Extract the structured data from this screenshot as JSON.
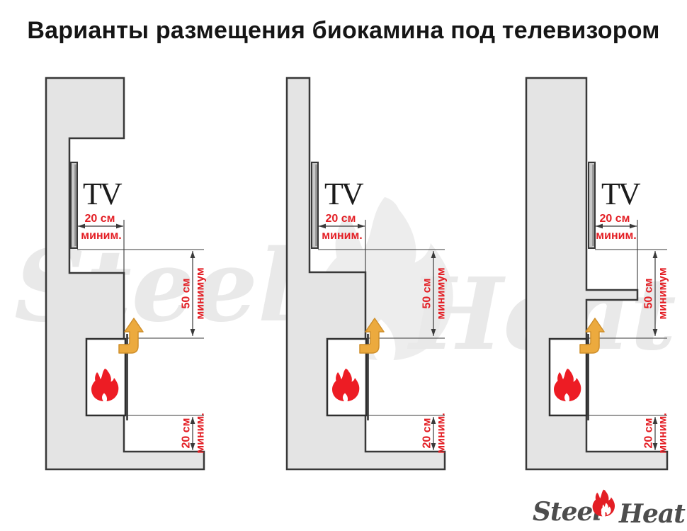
{
  "title": "Варианты размещения биокамина под телевизором",
  "colors": {
    "wall_fill": "#e4e4e4",
    "outline": "#383838",
    "dimension_red": "#e31e24",
    "flame_red": "#ed1c24",
    "arrow_orange": "#ecaa3e",
    "watermark_gray": "#e9e9e9",
    "logo_gray": "#4d4d4d"
  },
  "diagrams": [
    {
      "tv_label": "TV",
      "front_gap": {
        "value": "20 см",
        "note": "миним."
      },
      "vertical_gap": {
        "value": "50 см",
        "note": "минимум"
      },
      "bottom_gap": {
        "value": "20 см",
        "note": "миним."
      }
    },
    {
      "tv_label": "TV",
      "front_gap": {
        "value": "20 см",
        "note": "миним."
      },
      "vertical_gap": {
        "value": "50 см",
        "note": "минимум"
      },
      "bottom_gap": {
        "value": "20 см",
        "note": "миним."
      }
    },
    {
      "tv_label": "TV",
      "front_gap": {
        "value": "20 см",
        "note": "миним."
      },
      "vertical_gap": {
        "value": "50 см",
        "note": "минимум"
      },
      "bottom_gap": {
        "value": "20 см",
        "note": "миним."
      }
    }
  ],
  "watermark": {
    "steel": "Steel",
    "heat": "Heat"
  },
  "logo": {
    "steel": "Steel",
    "heat": "Heat"
  }
}
